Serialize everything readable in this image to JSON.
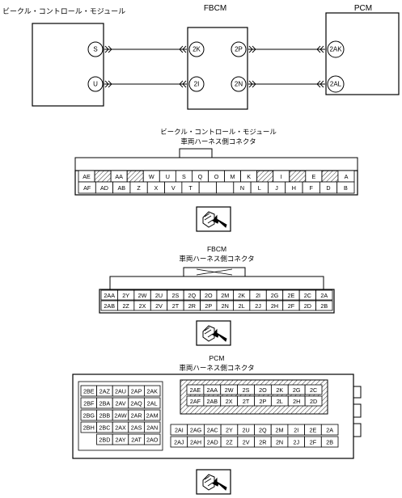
{
  "top": {
    "vcm_label": "ビークル・コントロール・モジュール",
    "fbcm_label": "FBCM",
    "pcm_label": "PCM",
    "vcm_pins": [
      "S",
      "U"
    ],
    "fbcm_pins_left": [
      "2K",
      "2I"
    ],
    "fbcm_pins_right": [
      "2P",
      "2N"
    ],
    "pcm_pins": [
      "2AK",
      "2AL"
    ]
  },
  "vcm_connector": {
    "title1": "ビークル・コントロール・モジュール",
    "title2": "車両ハーネス側コネクタ",
    "row1": [
      "AE",
      "",
      "AA",
      "",
      "W",
      "U",
      "S",
      "Q",
      "O",
      "M",
      "K",
      "",
      "I",
      "",
      "E",
      "",
      "A"
    ],
    "row2": [
      "AF",
      "AD",
      "AB",
      "Z",
      "X",
      "V",
      "T",
      "",
      "",
      "N",
      "L",
      "J",
      "H",
      "F",
      "D",
      "B"
    ]
  },
  "fbcm_connector": {
    "title1": "FBCM",
    "title2": "車両ハーネス側コネクタ",
    "row1": [
      "2AA",
      "2Y",
      "2W",
      "2U",
      "2S",
      "2Q",
      "2O",
      "2M",
      "2K",
      "2I",
      "2G",
      "2E",
      "2C",
      "2A"
    ],
    "row2": [
      "2AB",
      "2Z",
      "2X",
      "2V",
      "2T",
      "2R",
      "2P",
      "2N",
      "2L",
      "2J",
      "2H",
      "2F",
      "2D",
      "2B"
    ]
  },
  "pcm_connector": {
    "title1": "PCM",
    "title2": "車両ハーネス側コネクタ",
    "left_block": [
      [
        "2BE",
        "2AZ",
        "2AU",
        "2AP",
        "2AK"
      ],
      [
        "2BF",
        "2BA",
        "2AV",
        "2AQ",
        "2AL"
      ],
      [
        "2BG",
        "2BB",
        "2AW",
        "2AR",
        "2AM"
      ],
      [
        "2BH",
        "2BC",
        "2AX",
        "2AS",
        "2AN"
      ],
      [
        "",
        "2BD",
        "2AY",
        "2AT",
        "2AO"
      ]
    ],
    "right_top": [
      [
        "2AE",
        "2AA",
        "2W",
        "2S",
        "2O",
        "2K",
        "2G",
        "2C"
      ],
      [
        "2AF",
        "2AB",
        "2X",
        "2T",
        "2P",
        "2L",
        "2H",
        "2D"
      ]
    ],
    "right_bottom": [
      [
        "2AI",
        "2AG",
        "2AC",
        "2Y",
        "2U",
        "2Q",
        "2M",
        "2I",
        "2E",
        "2A"
      ],
      [
        "2AJ",
        "2AH",
        "2AD",
        "2Z",
        "2V",
        "2R",
        "2N",
        "2J",
        "2F",
        "2B"
      ]
    ]
  }
}
